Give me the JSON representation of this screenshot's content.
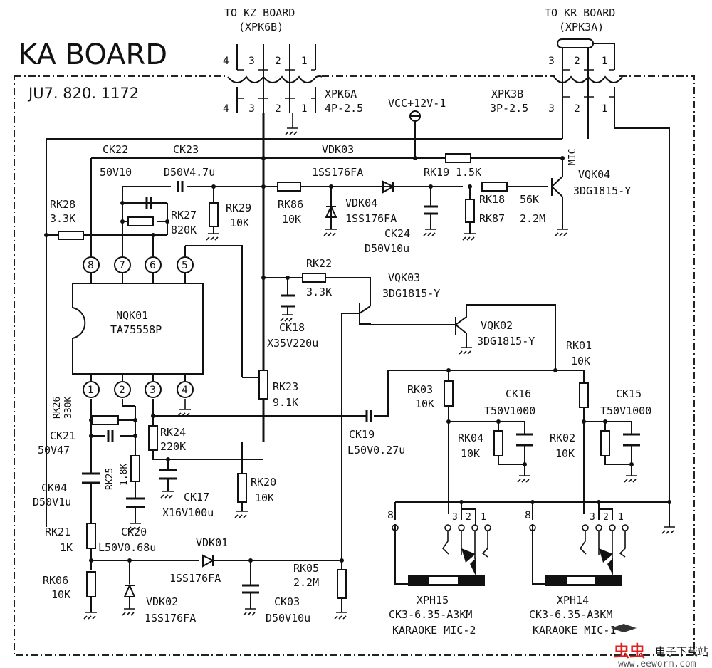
{
  "title": "KA BOARD",
  "board_code": "JU7. 820. 1172",
  "connectors": {
    "kz": {
      "dest": "TO KZ BOARD",
      "mate": "(XPK6B)",
      "ref": "XPK6A",
      "type": "4P-2.5",
      "pins_top": [
        "4",
        "3",
        "2",
        "1"
      ],
      "pins_bottom": [
        "4",
        "3",
        "2",
        "1"
      ]
    },
    "kr": {
      "dest": "TO KR BOARD",
      "mate": "(XPK3A)",
      "ref": "XPK3B",
      "type": "3P-2.5",
      "pins_top": [
        "3",
        "2",
        "1"
      ],
      "pins_bottom": [
        "3",
        "2",
        "1"
      ]
    }
  },
  "power": {
    "label": "VCC+12V-1"
  },
  "mic_label": "MIC",
  "ic": {
    "ref": "NQK01",
    "part": "TA75558P",
    "pins_top": [
      "8",
      "7",
      "6",
      "5"
    ],
    "pins_bottom": [
      "1",
      "2",
      "3",
      "4"
    ]
  },
  "resistors": [
    {
      "ref": "RK28",
      "value": "3.3K"
    },
    {
      "ref": "RK27",
      "value": "820K"
    },
    {
      "ref": "RK29",
      "value": "10K"
    },
    {
      "ref": "RK86",
      "value": "10K"
    },
    {
      "ref": "RK19",
      "value": "1.5K"
    },
    {
      "ref": "RK18",
      "value": "56K"
    },
    {
      "ref": "RK87",
      "value": "2.2M"
    },
    {
      "ref": "RK22",
      "value": "3.3K"
    },
    {
      "ref": "RK23",
      "value": "9.1K"
    },
    {
      "ref": "RK26",
      "value": "330K"
    },
    {
      "ref": "RK24",
      "value": "220K"
    },
    {
      "ref": "RK25",
      "value": "1.8K"
    },
    {
      "ref": "RK20",
      "value": "10K"
    },
    {
      "ref": "RK21",
      "value": "1K"
    },
    {
      "ref": "RK06",
      "value": "10K"
    },
    {
      "ref": "RK05",
      "value": "2.2M"
    },
    {
      "ref": "RK01",
      "value": "10K"
    },
    {
      "ref": "RK03",
      "value": "10K"
    },
    {
      "ref": "RK04",
      "value": "10K"
    },
    {
      "ref": "RK02",
      "value": "10K"
    }
  ],
  "capacitors": [
    {
      "ref": "CK22",
      "value": "50V10"
    },
    {
      "ref": "CK23",
      "value": "D50V4.7u"
    },
    {
      "ref": "CK24",
      "value": "D50V10u"
    },
    {
      "ref": "CK18",
      "value": "X35V220u"
    },
    {
      "ref": "CK21",
      "value": "50V47"
    },
    {
      "ref": "CK04",
      "value": "D50V1u"
    },
    {
      "ref": "CK17",
      "value": "X16V100u"
    },
    {
      "ref": "CK20",
      "value": "L50V0.68u"
    },
    {
      "ref": "CK19",
      "value": "L50V0.27u"
    },
    {
      "ref": "CK16",
      "value": "T50V1000"
    },
    {
      "ref": "CK15",
      "value": "T50V1000"
    },
    {
      "ref": "CK03",
      "value": "D50V10u"
    }
  ],
  "diodes": [
    {
      "ref": "VDK03",
      "part": "1SS176FA"
    },
    {
      "ref": "VDK04",
      "part": "1SS176FA"
    },
    {
      "ref": "VDK01",
      "part": "1SS176FA"
    },
    {
      "ref": "VDK02",
      "part": "1SS176FA"
    }
  ],
  "transistors": [
    {
      "ref": "VQK04",
      "part": "3DG1815-Y"
    },
    {
      "ref": "VQK03",
      "part": "3DG1815-Y"
    },
    {
      "ref": "VQK02",
      "part": "3DG1815-Y"
    }
  ],
  "jacks": [
    {
      "ref": "XPH15",
      "part": "CK3-6.35-A3KM",
      "name": "KARAOKE MIC-2",
      "pins": [
        "8",
        "3",
        "2",
        "1"
      ]
    },
    {
      "ref": "XPH14",
      "part": "CK3-6.35-A3KM",
      "name": "KARAOKE MIC-1",
      "pins": [
        "8",
        "3",
        "2",
        "1"
      ]
    }
  ],
  "watermark": {
    "text": "电子下载站",
    "url": "www.eeworm.com",
    "accent": "#e02020"
  }
}
